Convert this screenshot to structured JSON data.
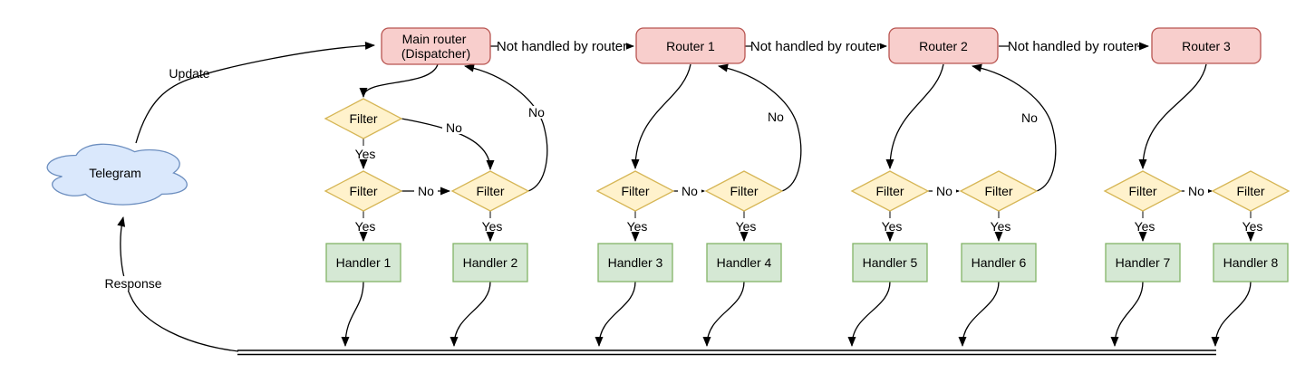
{
  "diagram": {
    "cloud": {
      "label": "Telegram"
    },
    "routers": [
      {
        "id": "dispatcher",
        "line1": "Main router",
        "line2": "(Dispatcher)"
      },
      {
        "id": "router-1",
        "label": "Router 1"
      },
      {
        "id": "router-2",
        "label": "Router 2"
      },
      {
        "id": "router-3",
        "label": "Router 3"
      }
    ],
    "handlers": [
      {
        "label": "Handler 1"
      },
      {
        "label": "Handler 2"
      },
      {
        "label": "Handler 3"
      },
      {
        "label": "Handler 4"
      },
      {
        "label": "Handler 5"
      },
      {
        "label": "Handler 6"
      },
      {
        "label": "Handler 7"
      },
      {
        "label": "Handler 8"
      }
    ],
    "labels": {
      "filter": "Filter",
      "yes": "Yes",
      "no": "No",
      "not_handled": "Not handled by router",
      "update": "Update",
      "response": "Response"
    },
    "colors": {
      "router_fill": "#f8cecc",
      "router_stroke": "#b85450",
      "filter_fill": "#fff2cc",
      "filter_stroke": "#d6b656",
      "handler_fill": "#d5e8d4",
      "handler_stroke": "#82b366",
      "cloud_fill": "#dae8fc",
      "cloud_stroke": "#6c8ebf",
      "edge": "#000000",
      "stub": "#666666",
      "background": "#ffffff"
    }
  }
}
